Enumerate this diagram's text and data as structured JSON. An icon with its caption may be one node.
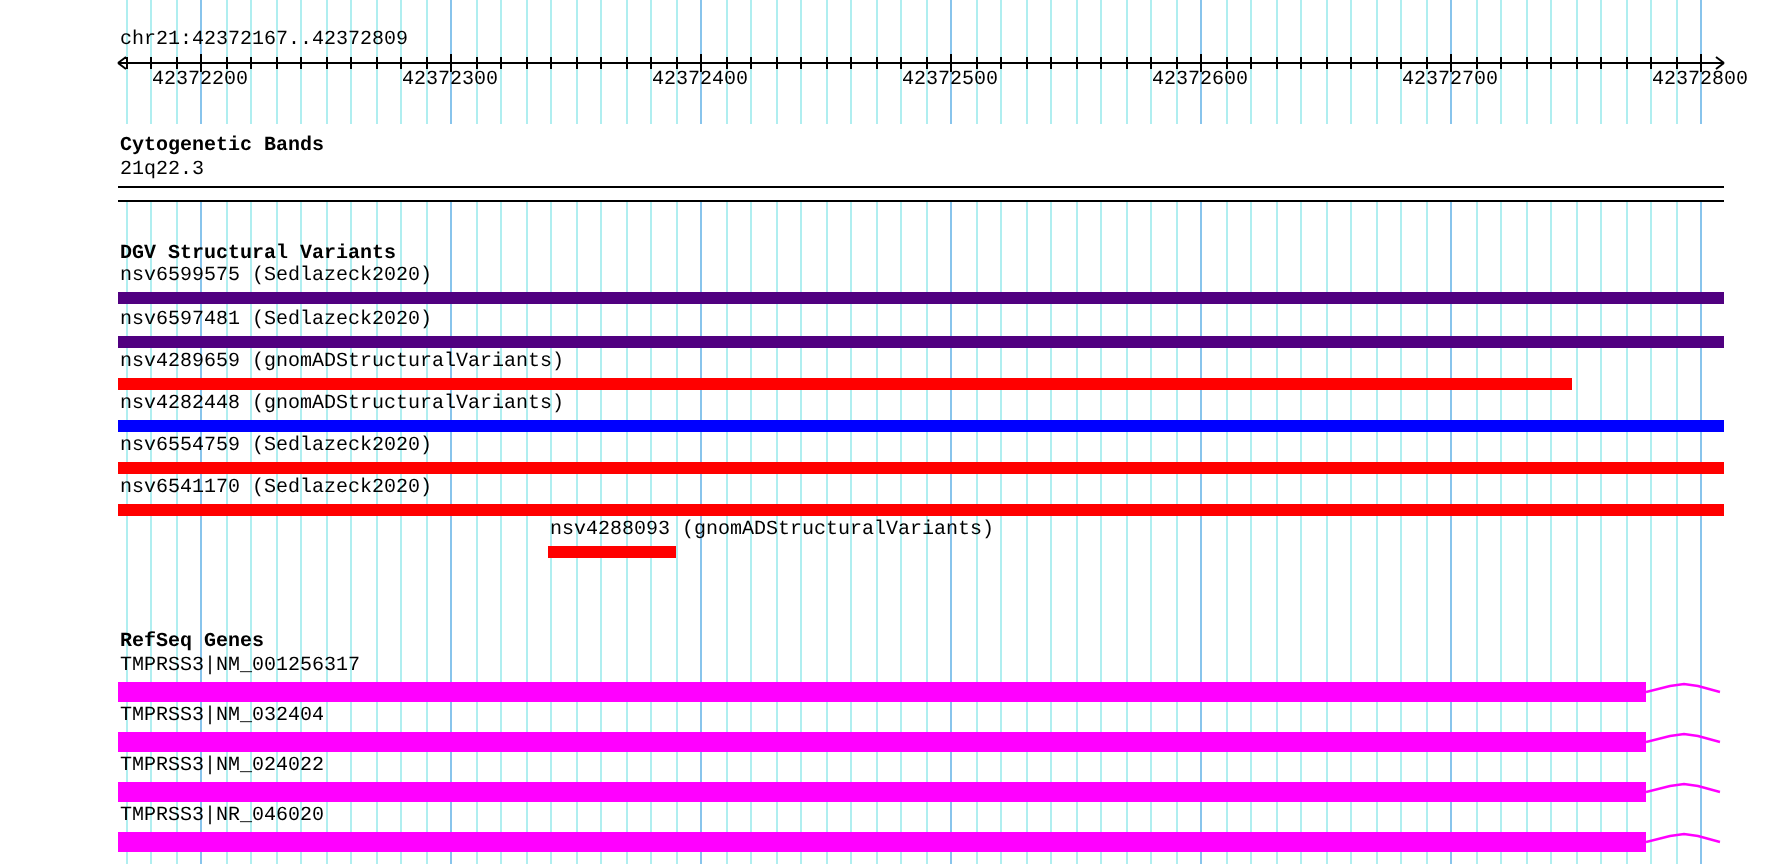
{
  "diagram": {
    "nodes": [
      {
        "text": [
          "nsv6599575 (Sedlazeck2020)"
        ]
      },
      {
        "text": [
          "nsv6597481 (Sedlazeck2020)"
        ]
      },
      {
        "text": [
          "nsv4289659 (gnomADStructuralVariants)"
        ]
      },
      {
        "text": [
          "nsv4282448 (gnomADStructuralVariants)"
        ]
      },
      {
        "text": [
          "nsv6554759 (Sedlazeck2020)"
        ]
      },
      {
        "text": [
          "nsv6541170 (Sedlazeck2020)"
        ]
      },
      {
        "text": [
          "nsv4288093 (gnomADStructuralVariants)"
        ]
      },
      {
        "text": [
          "TMPRSS3|NM_001256317"
        ]
      },
      {
        "text": [
          "TMPRSS3|NM_032404"
        ]
      },
      {
        "text": [
          "TMPRSS3|NM_024022"
        ]
      },
      {
        "text": [
          "TMPRSS3|NR_046020"
        ]
      }
    ],
    "labels": [
      "chr21:42372167..42372809",
      "42372200",
      "42372300",
      "42372400",
      "42372500",
      "42372600",
      "42372700",
      "42372800",
      "Cytogenetic Bands",
      "21q22.3",
      "DGV Structural Variants",
      "RefSeq Genes"
    ]
  }
}
